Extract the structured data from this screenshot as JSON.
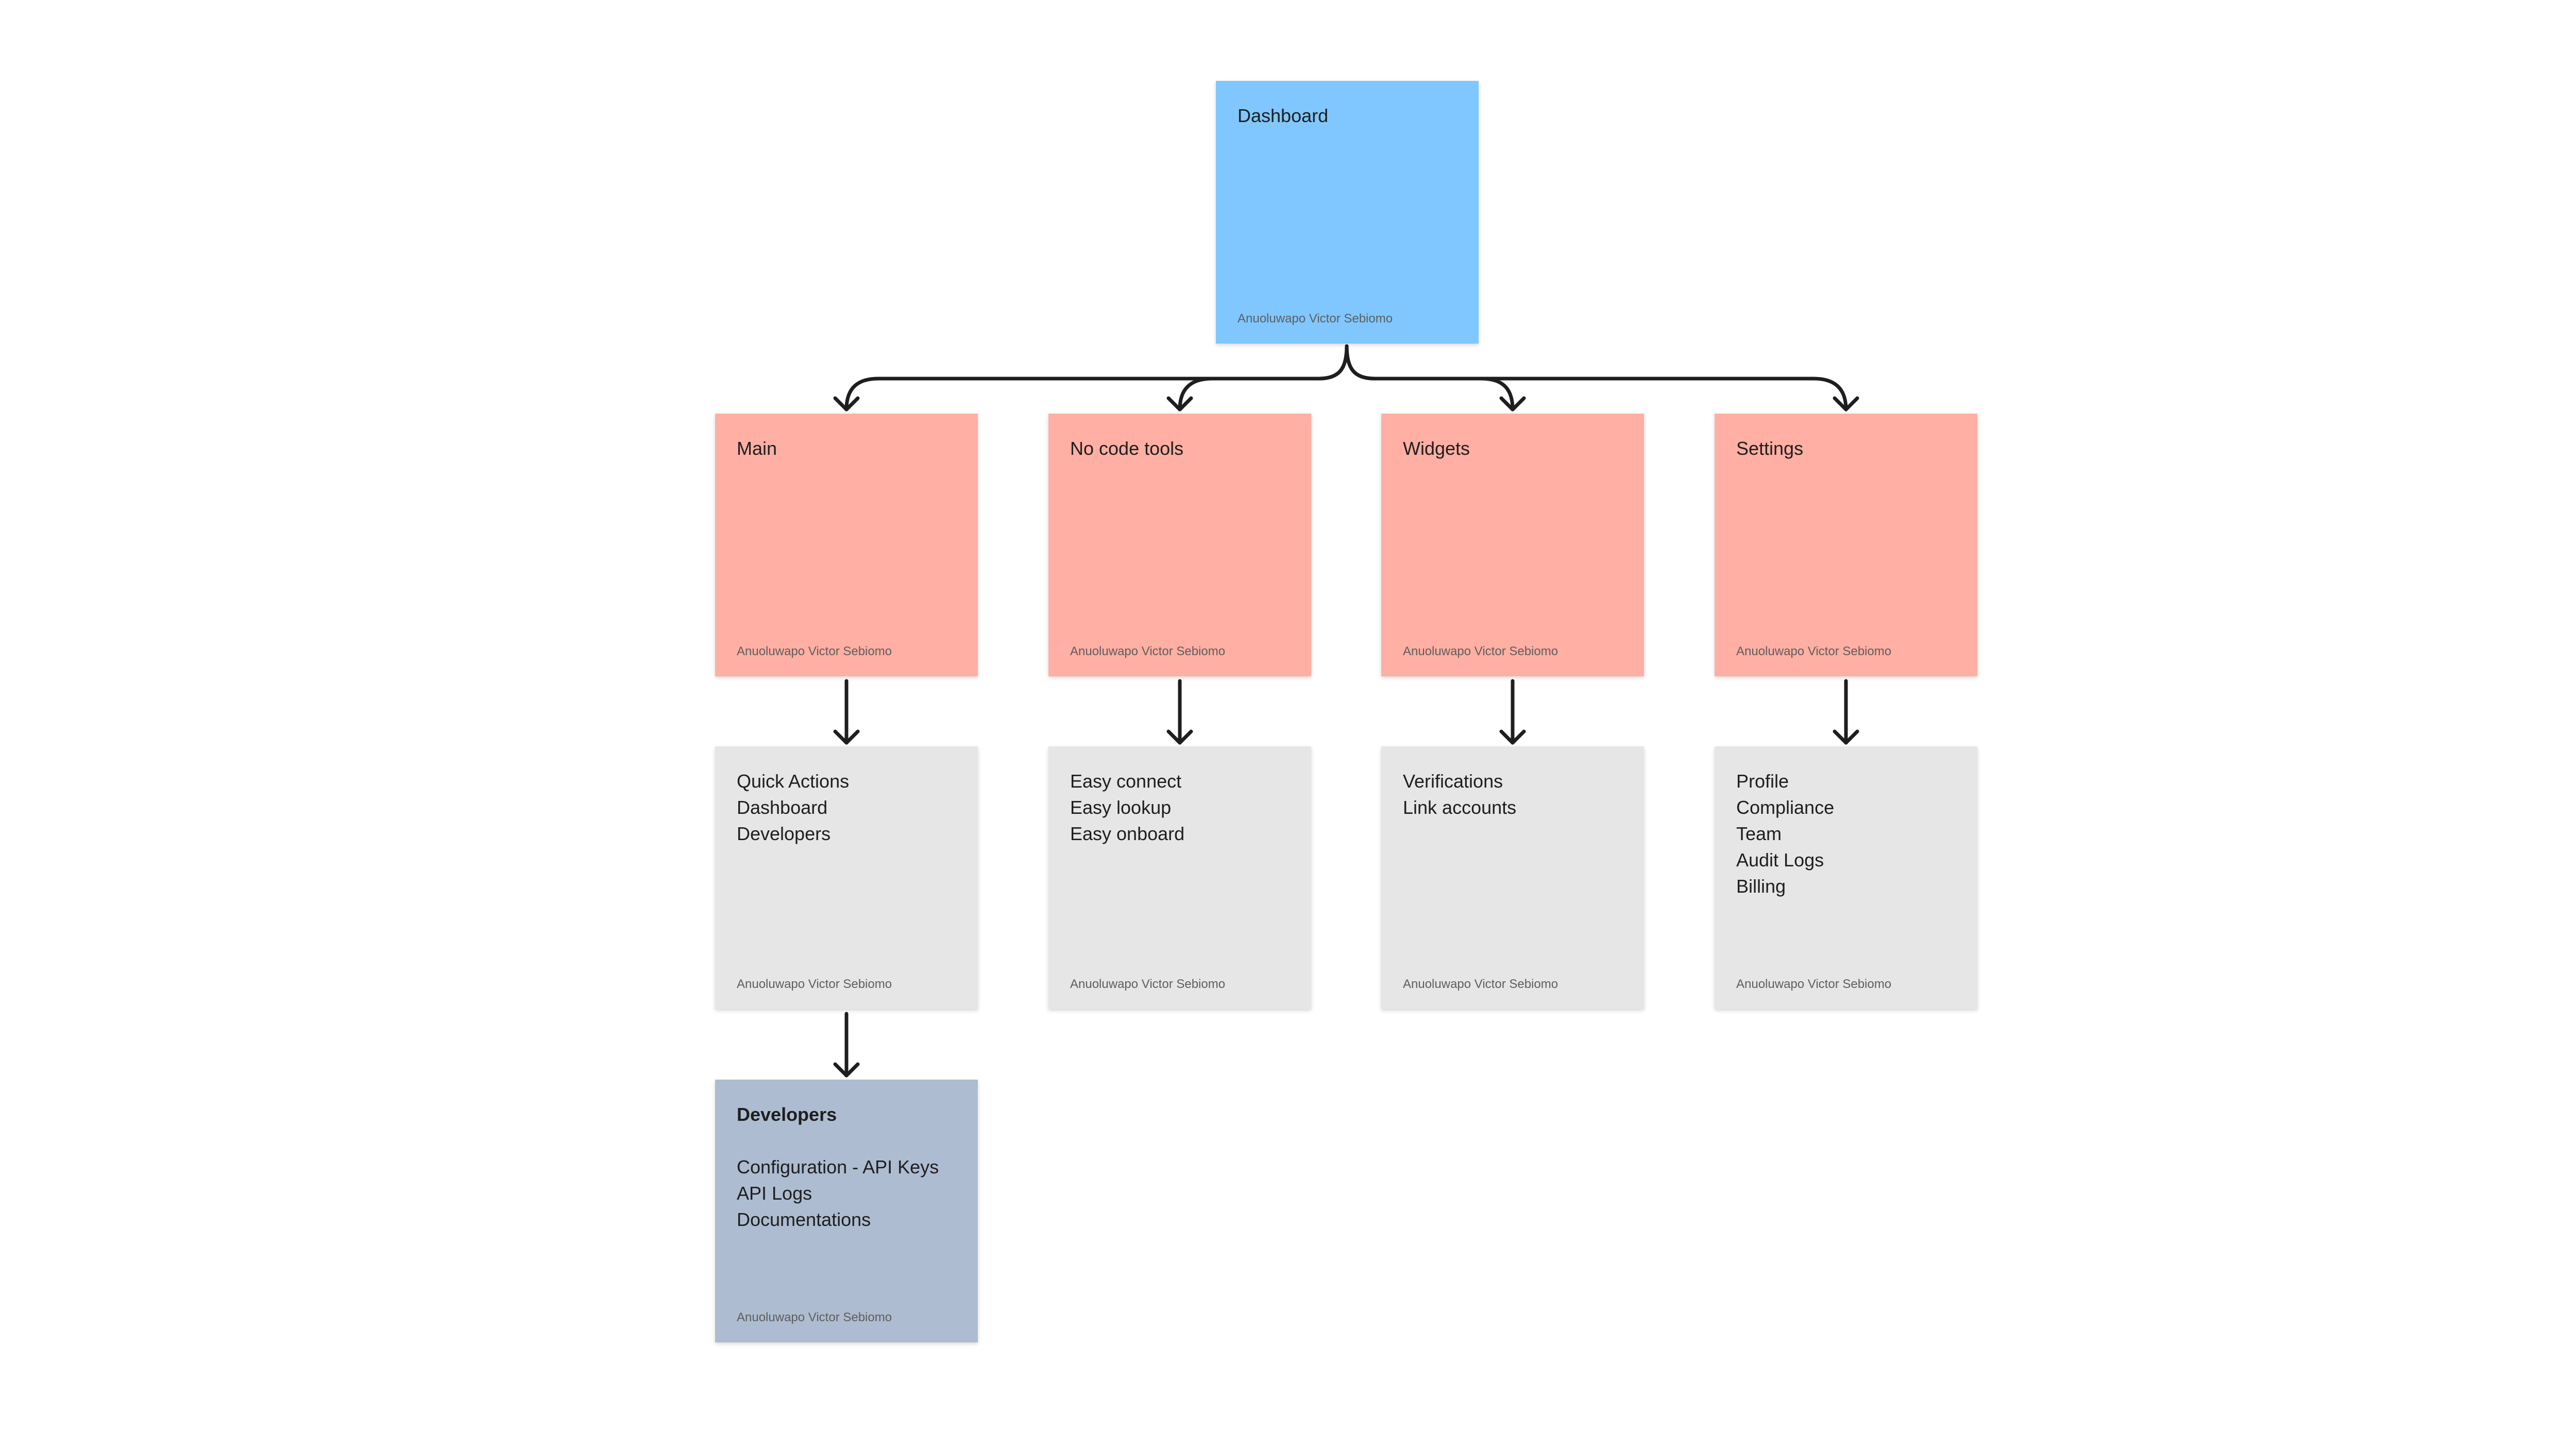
{
  "colors": {
    "root": "#80c7ff",
    "category": "#ffafa3",
    "detail": "#e6e6e6",
    "developers": "#adbcd1",
    "connector": "#1e1e1e"
  },
  "root": {
    "title": "Dashboard",
    "author": "Anuoluwapo Victor Sebiomo"
  },
  "categories": [
    {
      "title": "Main",
      "author": "Anuoluwapo Victor Sebiomo",
      "detail": {
        "items": [
          "Quick Actions",
          "Dashboard",
          "Developers"
        ],
        "author": "Anuoluwapo Victor Sebiomo"
      }
    },
    {
      "title": "No code tools",
      "author": "Anuoluwapo Victor Sebiomo",
      "detail": {
        "items": [
          "Easy connect",
          "Easy lookup",
          "Easy onboard"
        ],
        "author": "Anuoluwapo Victor Sebiomo"
      }
    },
    {
      "title": "Widgets",
      "author": "Anuoluwapo Victor Sebiomo",
      "detail": {
        "items": [
          "Verifications",
          "Link accounts"
        ],
        "author": "Anuoluwapo Victor Sebiomo"
      }
    },
    {
      "title": "Settings",
      "author": "Anuoluwapo Victor Sebiomo",
      "detail": {
        "items": [
          "Profile",
          "Compliance",
          "Team",
          "Audit Logs",
          "Billing"
        ],
        "author": "Anuoluwapo Victor Sebiomo"
      }
    }
  ],
  "developers": {
    "title": "Developers",
    "items": [
      "Configuration - API Keys",
      "API Logs",
      "Documentations"
    ],
    "author": "Anuoluwapo Victor Sebiomo"
  }
}
